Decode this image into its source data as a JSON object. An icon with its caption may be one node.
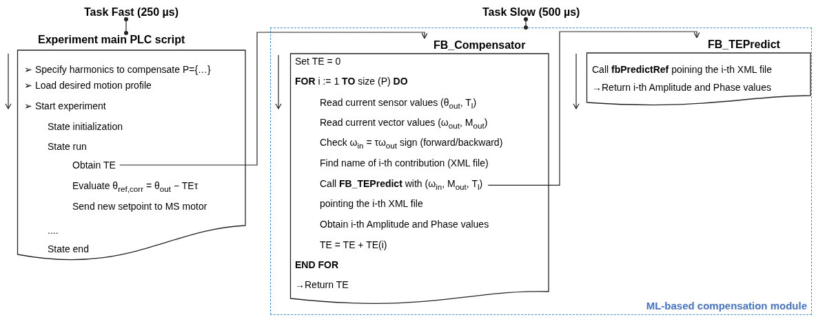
{
  "diagram": {
    "nodes": [
      {
        "text": [
          "Task Fast (250 µs)"
        ]
      },
      {
        "text": [
          "Experiment main PLC script",
          "➢ Specify harmonics to compensate P={…}",
          "➢ Load desired motion profile",
          "➢ Start experiment",
          "State initialization",
          "State run",
          "Evaluate θ$_{ref,corr}$ = θ$_{out}$ − TEτ",
          "Send new setpoint to MS motor",
          "....",
          "State end"
        ]
      },
      {
        "text": [
          "Obtain TE"
        ],
        "in": 1
      },
      {
        "text": [
          "Task Slow (500 µs)"
        ]
      },
      {
        "text": [
          "ML-based compensation module"
        ]
      },
      {
        "text": [
          "FB_Compensator",
          "Set TE = 0",
          "**FOR** i := 1 **TO** size (P) **DO**",
          "Read current sensor values (θ$_{out}$, T$_{l}$)",
          "Read current vector values (ω$_{out}$, M$_{out}$)",
          "Check ω$_{in}$ = τω$_{out}$ sign (forward/backward)",
          "Find name of i-th contribution (XML file)",
          "pointing the i-th XML file",
          "Obtain i-th Amplitude and Phase values",
          "TE = TE + TE(i)",
          "END FOR",
          "→Return TE"
        ],
        "in": 4
      },
      {
        "text": [
          "Call **FB_TEPredict** with (ω$_{in}$, M$_{out}$, T$_{l}$)"
        ],
        "in": 5
      },
      {
        "text": [
          "FB_TEPredict",
          "Call **fbPredictRef** poining the i-th XML file",
          "→Return i-th Amplitude and Phase values"
        ],
        "in": 4
      }
    ],
    "edges": [
      {
        "from": 0,
        "to": 1,
        "arrow": "other"
      },
      {
        "from": 2,
        "to": 5,
        "arrow": "to"
      },
      {
        "from": 3,
        "to": 4,
        "arrow": "other"
      },
      {
        "from": 6,
        "to": 7,
        "arrow": "to"
      }
    ]
  }
}
